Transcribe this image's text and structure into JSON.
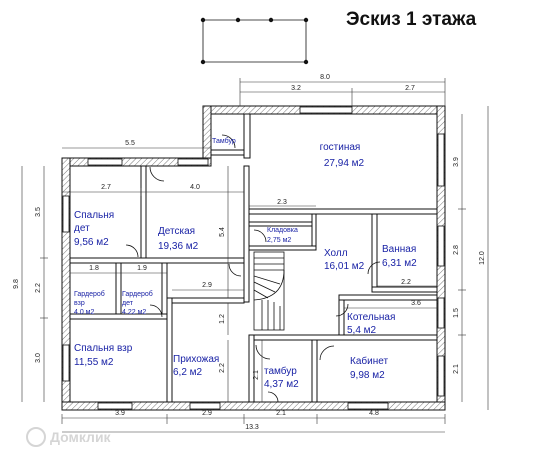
{
  "title": "Эскиз 1 этажа",
  "watermark": "Домклик",
  "rooms": {
    "living": {
      "name": "гостиная",
      "area": "27,94 м2"
    },
    "vestibule_top": {
      "name": "Тамбур"
    },
    "bedroom_kid": {
      "name_1": "Спальня",
      "name_2": "дет",
      "area": "9,56 м2"
    },
    "nursery": {
      "name": "Детская",
      "area": "19,36 м2"
    },
    "pantry": {
      "name": "Кладовка",
      "area": "2,75 м2"
    },
    "hall": {
      "name": "Холл",
      "area": "16,01 м2"
    },
    "bathroom": {
      "name": "Ванная",
      "area": "6,31 м2"
    },
    "wardrobe_1": {
      "name_1": "Гардероб",
      "name_2": "взр",
      "area": "4.0 м2"
    },
    "wardrobe_2": {
      "name_1": "Гардероб",
      "name_2": "дет",
      "area": "4.22 м2"
    },
    "boiler": {
      "name": "Котельная",
      "area": "5,4 м2"
    },
    "bedroom_adult": {
      "name": "Спальня взр",
      "area": "11,55 м2"
    },
    "entry": {
      "name": "Прихожая",
      "area": "6,2 м2"
    },
    "vestibule_bottom": {
      "name": "тамбур",
      "area": "4,37 м2"
    },
    "office": {
      "name": "Кабинет",
      "area": "9,98 м2"
    }
  },
  "dims": {
    "top_total": "8.0",
    "top_a": "3.2",
    "top_b": "2.7",
    "left_top": "5.5",
    "kid_w": "2.7",
    "nursery_w": "4.0",
    "hall_top": "2.3",
    "wardrobe1_w": "1.8",
    "wardrobe2_w": "1.9",
    "corr_w": "2.9",
    "bath_w": "2.2",
    "boiler_w": "3.6",
    "bottom_a": "3.9",
    "bottom_b": "2.9",
    "bottom_c": "2.1",
    "bottom_d": "4.8",
    "bottom_total": "13.3",
    "left_a": "3.5",
    "left_b": "2.2",
    "left_c": "3.0",
    "left_total": "9.8",
    "right_a": "3.9",
    "right_b": "2.8",
    "right_c": "1.5",
    "right_d": "2.1",
    "right_total": "12.0",
    "nursery_h": "5.4",
    "mid_a": "1.2",
    "mid_b": "2.2",
    "mid_c": "2.1"
  }
}
